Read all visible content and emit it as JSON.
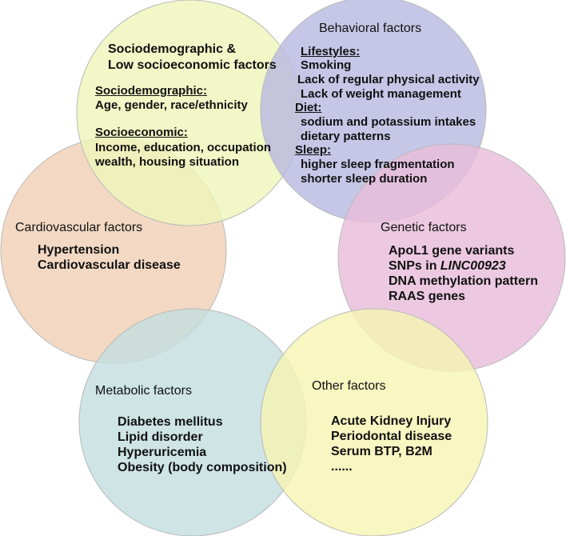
{
  "colors": {
    "sociodemographic": "#eef5b9",
    "behavioral": "#b9b9e2",
    "cardiovascular": "#f0d1b6",
    "genetic": "#e8bddb",
    "metabolic": "#c3dedf",
    "other": "#f7f4b3",
    "outline": "#b9b9b9"
  },
  "sociodemographic": {
    "title_line1": "Sociodemographic &",
    "title_line2": "Low socioeconomic factors",
    "sub1_heading": "Sociodemographic:",
    "sub1_line1": "Age, gender, race/ethnicity",
    "sub2_heading": "Socioeconomic:",
    "sub2_line1": "Income, education, occupation",
    "sub2_line2": "wealth, housing situation"
  },
  "behavioral": {
    "title": "Behavioral factors",
    "lifestyles_heading": "Lifestyles:",
    "lifestyles": [
      "Smoking",
      "Lack of regular physical activity",
      "Lack of weight management"
    ],
    "diet_heading": "Diet:",
    "diet": [
      "sodium and potassium intakes",
      "dietary patterns"
    ],
    "sleep_heading": "Sleep:",
    "sleep": [
      "higher sleep fragmentation",
      "shorter sleep duration"
    ]
  },
  "cardiovascular": {
    "title": "Cardiovascular factors",
    "items": [
      "Hypertension",
      "Cardiovascular disease"
    ]
  },
  "genetic": {
    "title": "Genetic factors",
    "item1": "ApoL1 gene variants",
    "item2_prefix": "SNPs in ",
    "item2_gene": "LINC00923",
    "item3": "DNA methylation pattern",
    "item4": "RAAS genes"
  },
  "metabolic": {
    "title": "Metabolic factors",
    "items": [
      "Diabetes mellitus",
      "Lipid disorder",
      "Hyperuricemia",
      "Obesity (body composition)"
    ]
  },
  "other": {
    "title": "Other factors",
    "items": [
      "Acute Kidney Injury",
      "Periodontal disease",
      "Serum BTP, B2M",
      "......"
    ]
  }
}
